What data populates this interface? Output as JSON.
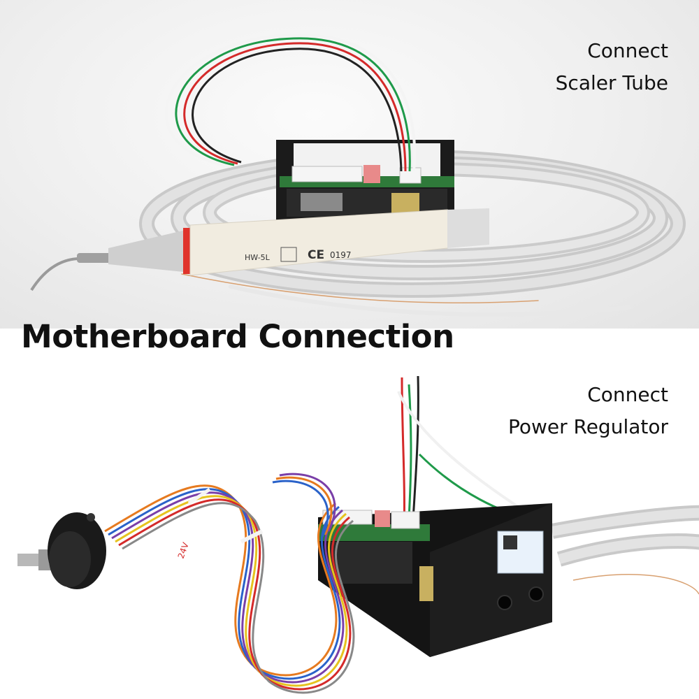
{
  "title": "Motherboard Connection",
  "top_caption": {
    "line1": "Connect",
    "line2": "Scaler Tube"
  },
  "bottom_caption": {
    "line1": "Connect",
    "line2": "Power Regulator"
  },
  "handpiece": {
    "model": "HW-5L",
    "mark": "CE",
    "code": "0197"
  },
  "regulator_label": "24V",
  "colors": {
    "wire_red": "#d42a2a",
    "wire_green": "#1f9a4a",
    "wire_white": "#f4f4f4",
    "wire_black": "#222222",
    "hose": "#d6d6d6",
    "board": "#2f7a3a",
    "box": "#1a1a1a",
    "handpiece_ring": "#e0332b"
  }
}
